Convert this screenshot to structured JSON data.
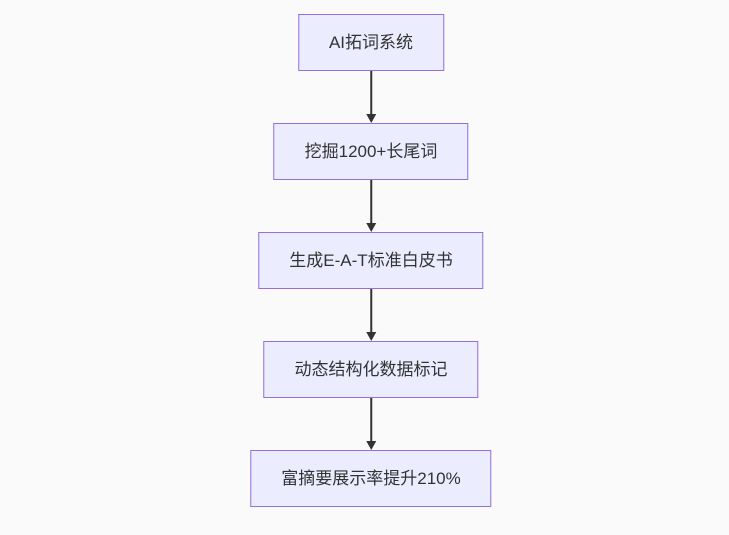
{
  "canvas": {
    "background": "#fafafa"
  },
  "flowchart": {
    "type": "flowchart",
    "direction": "top-down",
    "node_style": {
      "fill": "#ECECFF",
      "border": "#9370DB",
      "text_color": "#333333"
    },
    "edge_color": "#333333",
    "nodes": [
      {
        "id": "n1",
        "label": "AI拓词系统"
      },
      {
        "id": "n2",
        "label": "挖掘1200+长尾词"
      },
      {
        "id": "n3",
        "label": "生成E-A-T标准白皮书"
      },
      {
        "id": "n4",
        "label": "动态结构化数据标记"
      },
      {
        "id": "n5",
        "label": "富摘要展示率提升210%"
      }
    ],
    "edges": [
      {
        "from": "n1",
        "to": "n2"
      },
      {
        "from": "n2",
        "to": "n3"
      },
      {
        "from": "n3",
        "to": "n4"
      },
      {
        "from": "n4",
        "to": "n5"
      }
    ]
  }
}
